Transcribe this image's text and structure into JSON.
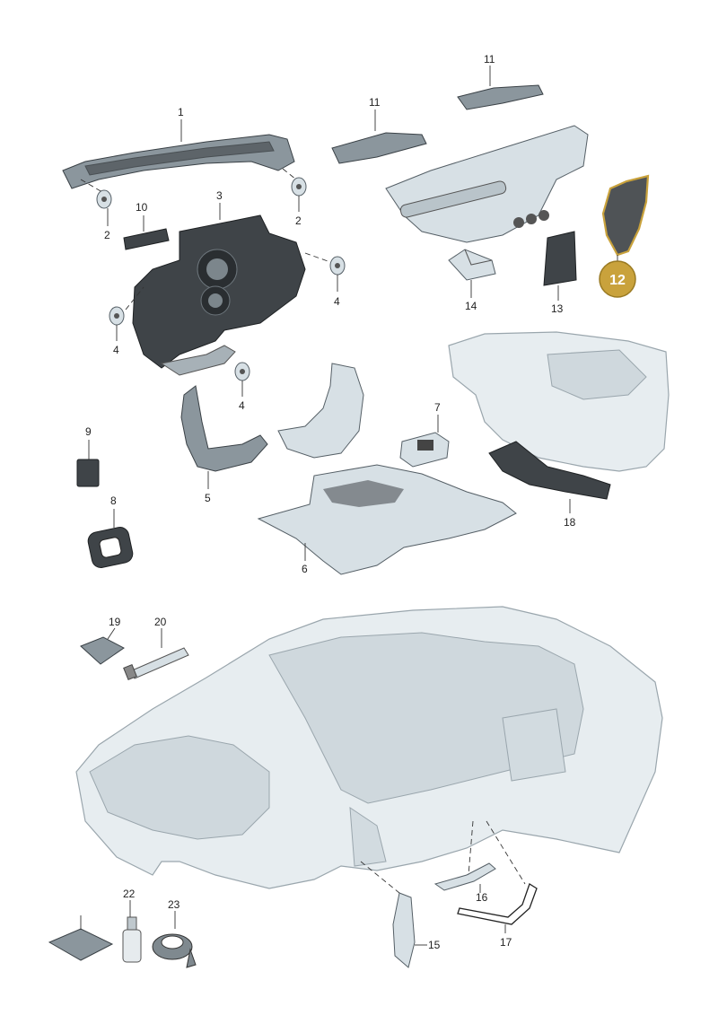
{
  "callouts": {
    "c1": "1",
    "c2a": "2",
    "c2b": "2",
    "c3": "3",
    "c4a": "4",
    "c4b": "4",
    "c4c": "4",
    "c5": "5",
    "c6": "6",
    "c7": "7",
    "c8": "8",
    "c9": "9",
    "c10": "10",
    "c11a": "11",
    "c11b": "11",
    "c12": "12",
    "c13": "13",
    "c14": "14",
    "c15": "15",
    "c16": "16",
    "c17": "17",
    "c18": "18",
    "c19": "19",
    "c20": "20",
    "c22": "22",
    "c23": "23"
  },
  "colors": {
    "highlight": "#c9a23c",
    "highlight_stroke": "#9a7a22",
    "part_dark": "#3f4448",
    "body_light": "#e7edf0"
  }
}
